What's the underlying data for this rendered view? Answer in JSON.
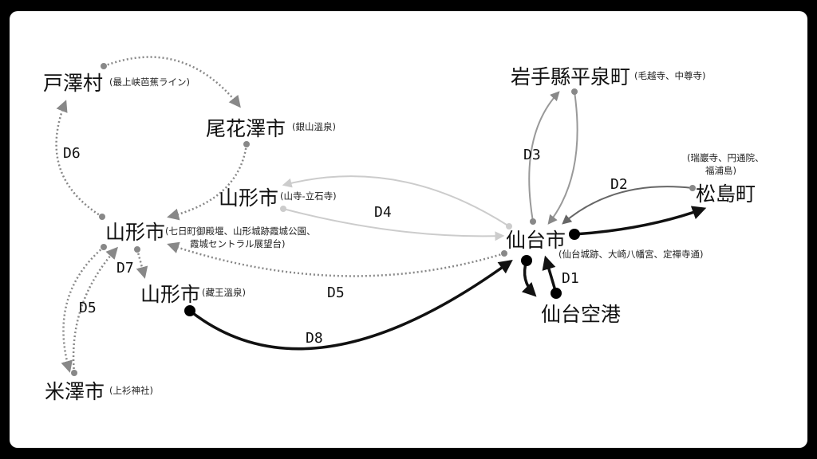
{
  "colors": {
    "dark": "#111111",
    "mid": "#777777",
    "gray": "#8a8a8a",
    "light": "#cccccc"
  },
  "places": {
    "tozawa": {
      "name": "戸澤村",
      "note": "(最上峡芭蕉ライン)"
    },
    "obanazawa": {
      "name": "尾花澤市",
      "note": "(銀山溫泉)"
    },
    "yamagata_yamadera": {
      "name": "山形市",
      "note": "(山寺-立石寺)"
    },
    "yamagata_city": {
      "name": "山形市",
      "note_line1": "(七日町御殿堰、山形城跡霞城公園、",
      "note_line2": "霞城セントラル展望台)"
    },
    "yamagata_zao": {
      "name": "山形市",
      "note": "(藏王溫泉)"
    },
    "yonezawa": {
      "name": "米澤市",
      "note": "(上衫神社)"
    },
    "hiraizumi": {
      "name": "岩手縣平泉町",
      "note": "(毛越寺、中尊寺)"
    },
    "matsushima": {
      "name": "松島町",
      "note_line1": "(瑞巖寺、円通院、",
      "note_line2": "福浦島)"
    },
    "sendai": {
      "name": "仙台市",
      "note": "(仙台城跡、大崎八幡宮、定禪寺通)"
    },
    "sendai_airport": {
      "name": "仙台空港"
    }
  },
  "day_labels": {
    "d1": "D1",
    "d2": "D2",
    "d3": "D3",
    "d4": "D4",
    "d5a": "D5",
    "d5b": "D5",
    "d6": "D6",
    "d7": "D7",
    "d8": "D8"
  }
}
